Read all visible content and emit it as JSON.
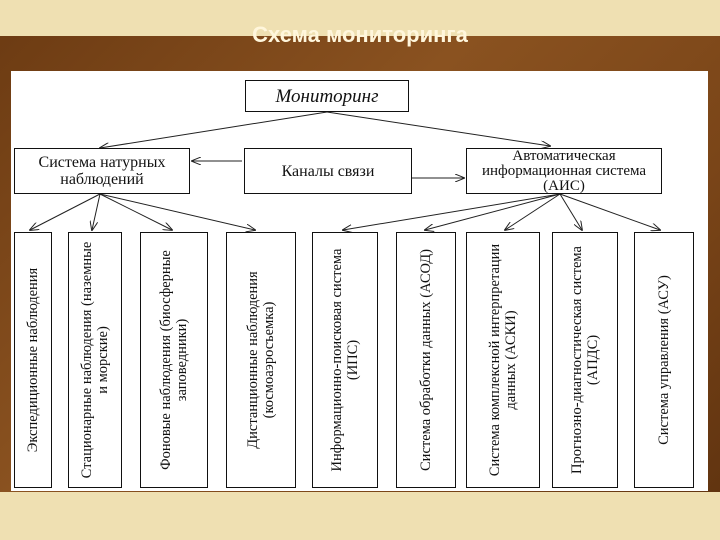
{
  "slide": {
    "title": "Схема мониторинга"
  },
  "diagram": {
    "top": "Мониторинг",
    "left_system": "Система натурных наблюдений",
    "channels": "Каналы связи",
    "ais": "Автоматическая информационная система (АИС)",
    "observations": [
      "Экспедиционные наблюдения",
      "Стационарные наблюдения (наземные и морские)",
      "Фоновые наблюдения (биосферные заповедники)",
      "Дистанционные наблюдения (космоаэросъемка)"
    ],
    "ais_subsystems": [
      "Информационно-поисковая система (ИПС)",
      "Система обработки данных (АСОД)",
      "Система комплексной интерпретации данных (АСКИ)",
      "Прогнозно-диагностическая система (АПДС)",
      "Система управления (АСУ)"
    ]
  }
}
